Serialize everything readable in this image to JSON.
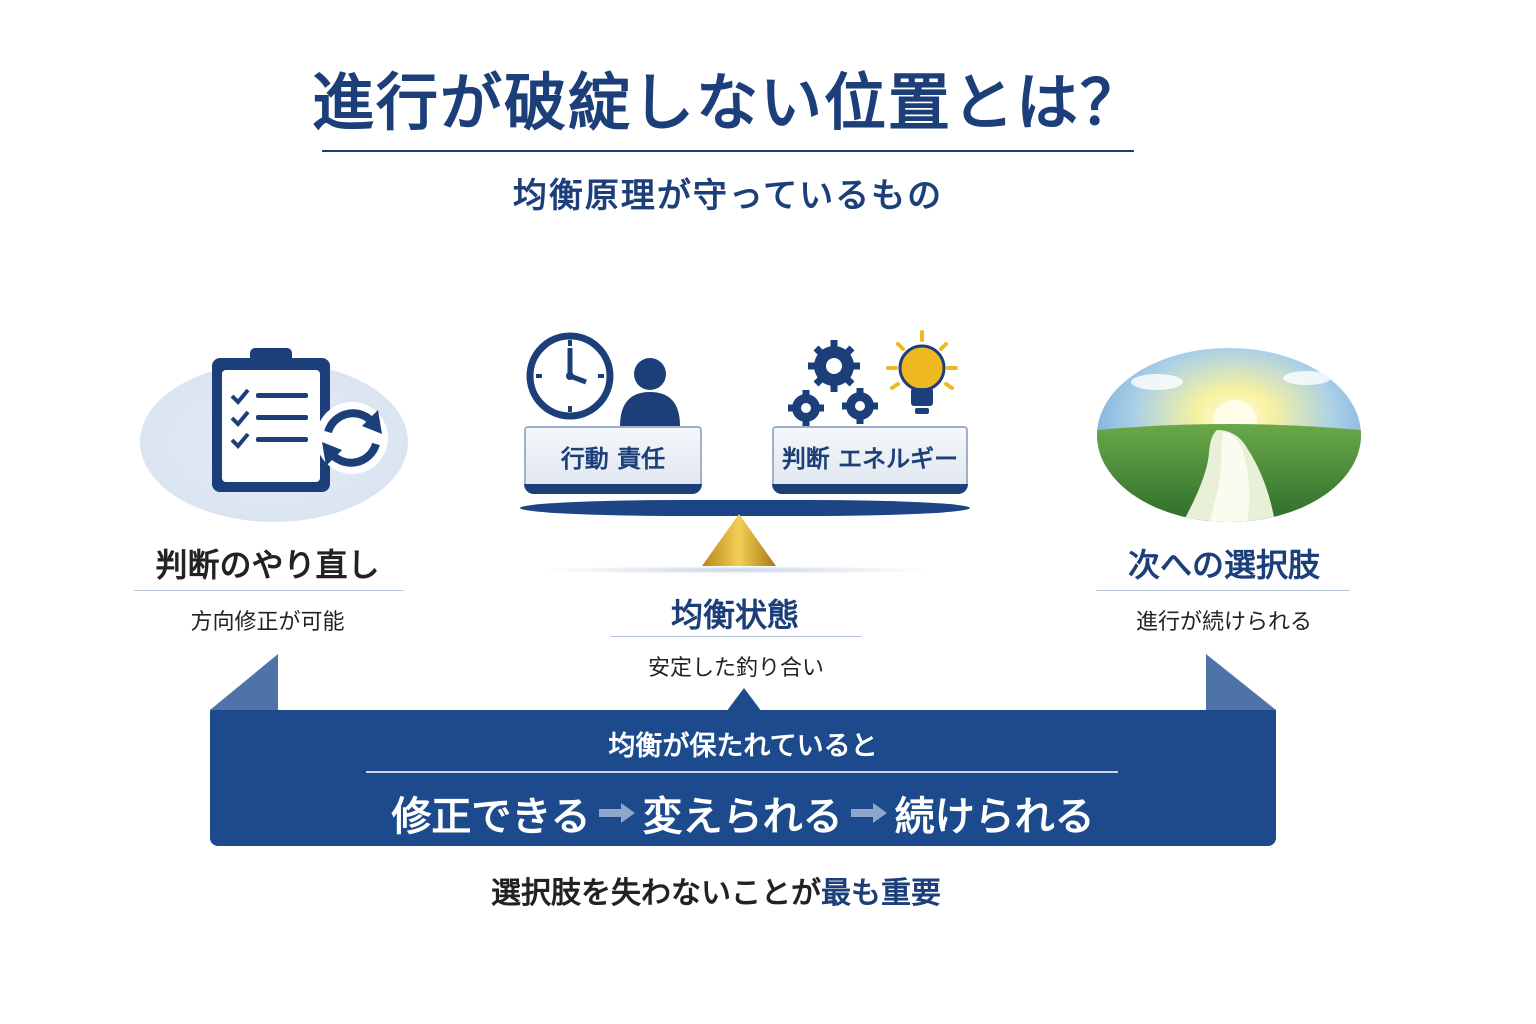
{
  "header": {
    "title": "進行が破綻しない位置とは？",
    "subtitle": "均衡原理が守っているもの"
  },
  "left": {
    "icon": "clipboard-refresh-icon",
    "title": "判断のやり直し",
    "caption": "方向修正が可能"
  },
  "center": {
    "left_pan_icons": [
      "clock-icon",
      "person-icon"
    ],
    "left_pan_label": "行動 責任",
    "right_pan_icons": [
      "gears-icon",
      "lightbulb-icon"
    ],
    "right_pan_label": "判断 エネルギー",
    "fulcrum_icon": "fulcrum-triangle-icon",
    "title": "均衡状態",
    "caption": "安定した釣り合い"
  },
  "right": {
    "icon": "sunrise-road-icon",
    "title": "次への選択肢",
    "caption": "進行が続けられる"
  },
  "banner": {
    "heading": "均衡が保たれていると",
    "steps": [
      "修正できる",
      "変えられる",
      "続けられる"
    ]
  },
  "footer": {
    "note_prefix": "選択肢を失わないことが",
    "note_highlight": "最も重要"
  },
  "colors": {
    "primary": "#1c3f7a",
    "banner": "#1c4a8c",
    "accent_gold": "#e0b020"
  }
}
